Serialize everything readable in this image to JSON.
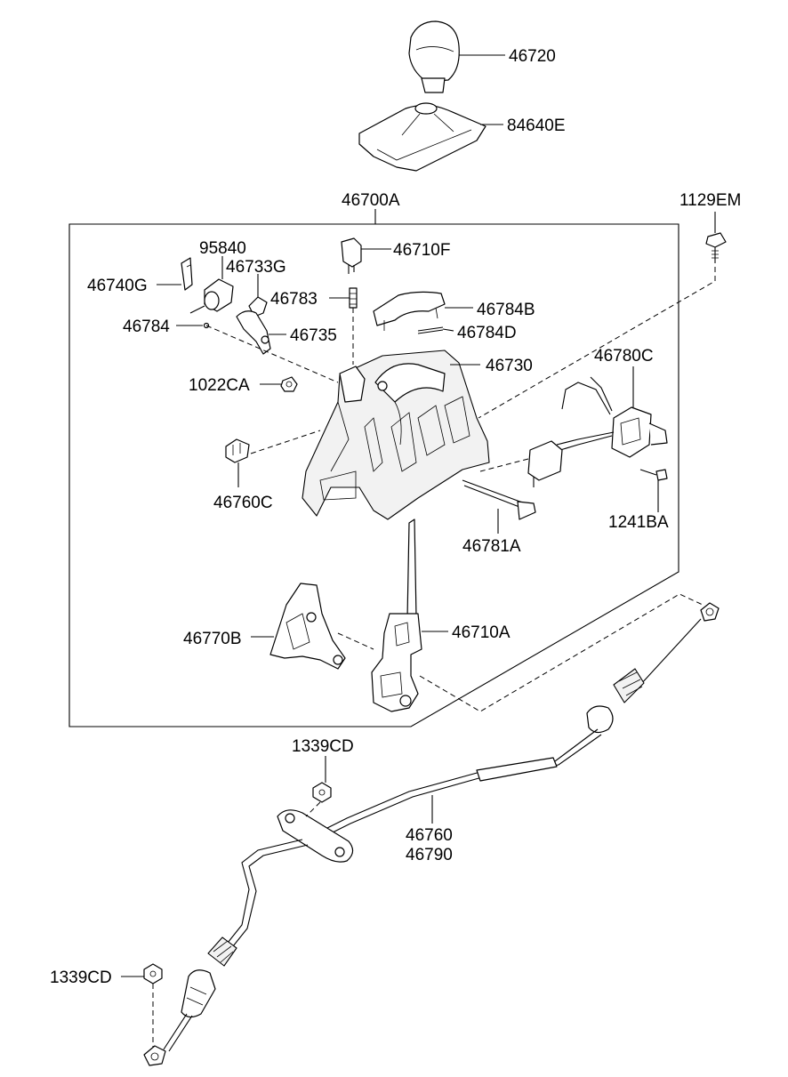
{
  "parts": {
    "shift_knob": "46720",
    "boot_cover": "84640E",
    "shift_lever_assembly": "46700A",
    "bolt_top": "1129EM",
    "solenoid": "95840",
    "switch_46710F": "46710F",
    "clip_46740G": "46740G",
    "bracket_46733G": "46733G",
    "pin_46783": "46783",
    "cover_46784B": "46784B",
    "pin_46784": "46784",
    "spring_46784D": "46784D",
    "lever_46735": "46735",
    "housing_46730": "46730",
    "module_46780C": "46780C",
    "nut_1022CA": "1022CA",
    "sensor_46760C": "46760C",
    "screw_1241BA": "1241BA",
    "rod_46781A": "46781A",
    "lever_46710A": "46710A",
    "bracket_46770B": "46770B",
    "nut_upper": "1339CD",
    "cable_1": "46760",
    "cable_2": "46790",
    "nut_lower": "1339CD"
  }
}
